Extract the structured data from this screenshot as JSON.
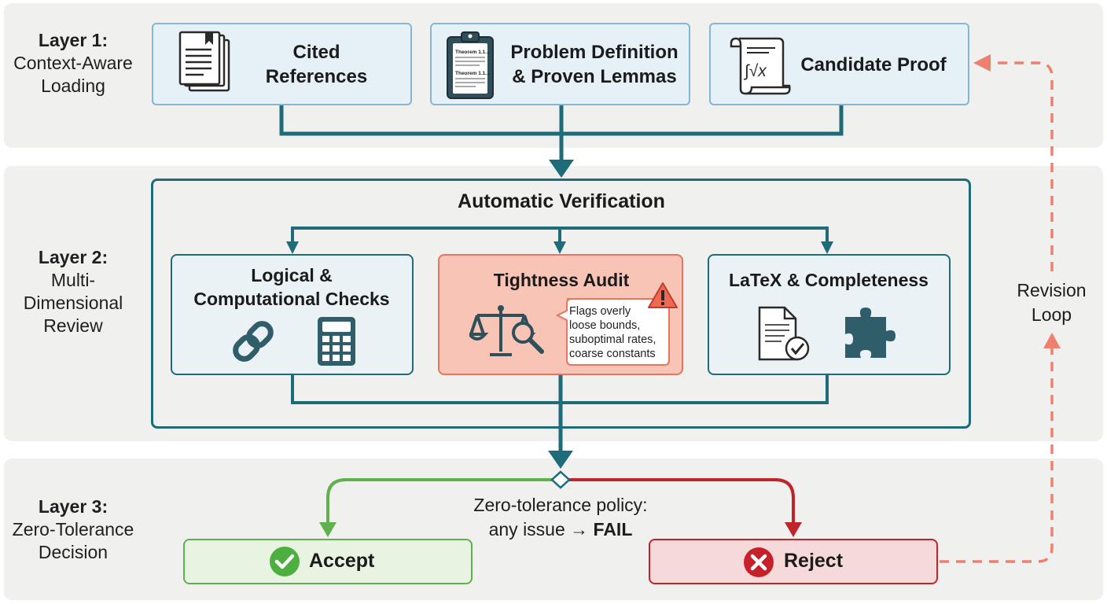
{
  "layer1": {
    "title": "Layer 1:",
    "subtitle_lines": [
      "Context-Aware",
      "Loading"
    ]
  },
  "layer2": {
    "title": "Layer 2:",
    "subtitle_lines": [
      "Multi-",
      "Dimensional",
      "Review"
    ]
  },
  "layer3": {
    "title": "Layer 3:",
    "subtitle_lines": [
      "Zero-Tolerance",
      "Decision"
    ]
  },
  "inputs": [
    {
      "lines": [
        "Cited",
        "References"
      ],
      "icon": "document-stack-icon"
    },
    {
      "lines": [
        "Problem Definition",
        "& Proven Lemmas"
      ],
      "icon": "clipboard-icon",
      "icon_text": [
        "Theorem 1.1...",
        "Theorem 1.1..."
      ]
    },
    {
      "lines": [
        "Candidate Proof"
      ],
      "icon": "scroll-formula-icon",
      "icon_text": "∫√x"
    }
  ],
  "verification": {
    "title": "Automatic Verification",
    "checks": [
      {
        "lines": [
          "Logical &",
          "Computational Checks"
        ],
        "icons": [
          "chain-link-icon",
          "calculator-icon"
        ]
      },
      {
        "lines": [
          "Tightness Audit"
        ],
        "icons": [
          "scale-magnifier-icon",
          "warning-icon"
        ],
        "callout_lines": [
          "Flags overly",
          "loose bounds,",
          "suboptimal rates,",
          "coarse constants"
        ]
      },
      {
        "lines": [
          "LaTeX & Completeness"
        ],
        "icons": [
          "document-check-icon",
          "puzzle-piece-icon"
        ]
      }
    ]
  },
  "decision": {
    "policy_line1": "Zero-tolerance policy:",
    "policy_line2_prefix": "any issue → ",
    "policy_line2_bold": "FAIL",
    "accept_label": "Accept",
    "reject_label": "Reject"
  },
  "revision_loop": {
    "lines": [
      "Revision",
      "Loop"
    ]
  },
  "colors": {
    "teal": "#1e6b7a",
    "accept": "#5eb14c",
    "reject": "#c0242a",
    "loop": "#ee8070",
    "audit_fill": "#f7c4b5"
  }
}
